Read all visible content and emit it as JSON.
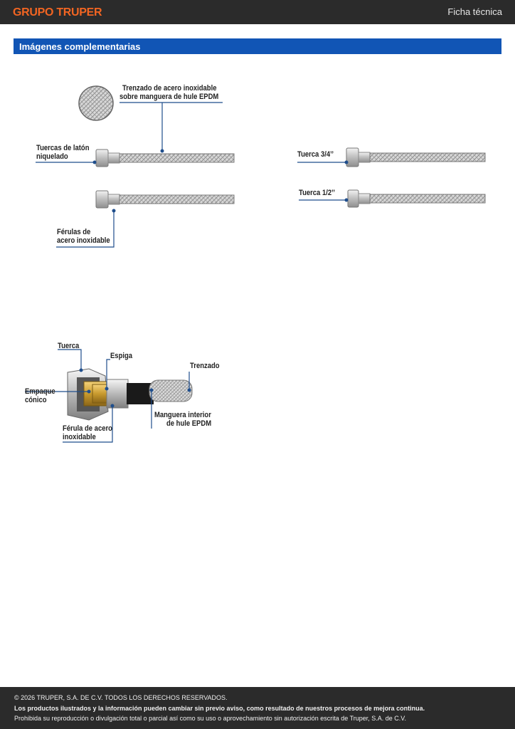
{
  "header": {
    "logo": "GRUPO TRUPER",
    "doc_type": "Ficha técnica"
  },
  "section": {
    "title": "Imágenes complementarias"
  },
  "figure1": {
    "label_trenzado_1": "Trenzado de acero inoxidable",
    "label_trenzado_2": "sobre manguera de hule EPDM",
    "label_tuercas_1": "Tuercas de latón",
    "label_tuercas_2": "niquelado",
    "label_ferulas_1": "Férulas de",
    "label_ferulas_2": "acero inoxidable"
  },
  "figure2": {
    "label_tuerca_34": "Tuerca 3/4’’",
    "label_tuerca_12": "Tuerca 1/2’’"
  },
  "figure3": {
    "label_tuerca": "Tuerca",
    "label_espiga": "Espiga",
    "label_trenzado": "Trenzado",
    "label_empaque_1": "Empaque",
    "label_empaque_2": "cónico",
    "label_manguera_1": "Manguera interior",
    "label_manguera_2": "de hule EPDM",
    "label_ferula_1": "Férula de acero",
    "label_ferula_2": "inoxidable"
  },
  "footer": {
    "copyright": "© 2026 TRUPER, S.A. DE C.V. TODOS LOS DERECHOS RESERVADOS.",
    "notice": "Los productos ilustrados y la información pueden cambiar sin previo aviso, como resultado de nuestros procesos de mejora continua.",
    "prohibition": "Prohibida su reproducción o divulgación total o parcial así como su uso o aprovechamiento sin autorización escrita de Truper, S.A. de C.V."
  },
  "colors": {
    "header_bg": "#2b2b2b",
    "logo": "#f26522",
    "section_bar": "#1155b5",
    "callout_line": "#1f4e8c"
  }
}
